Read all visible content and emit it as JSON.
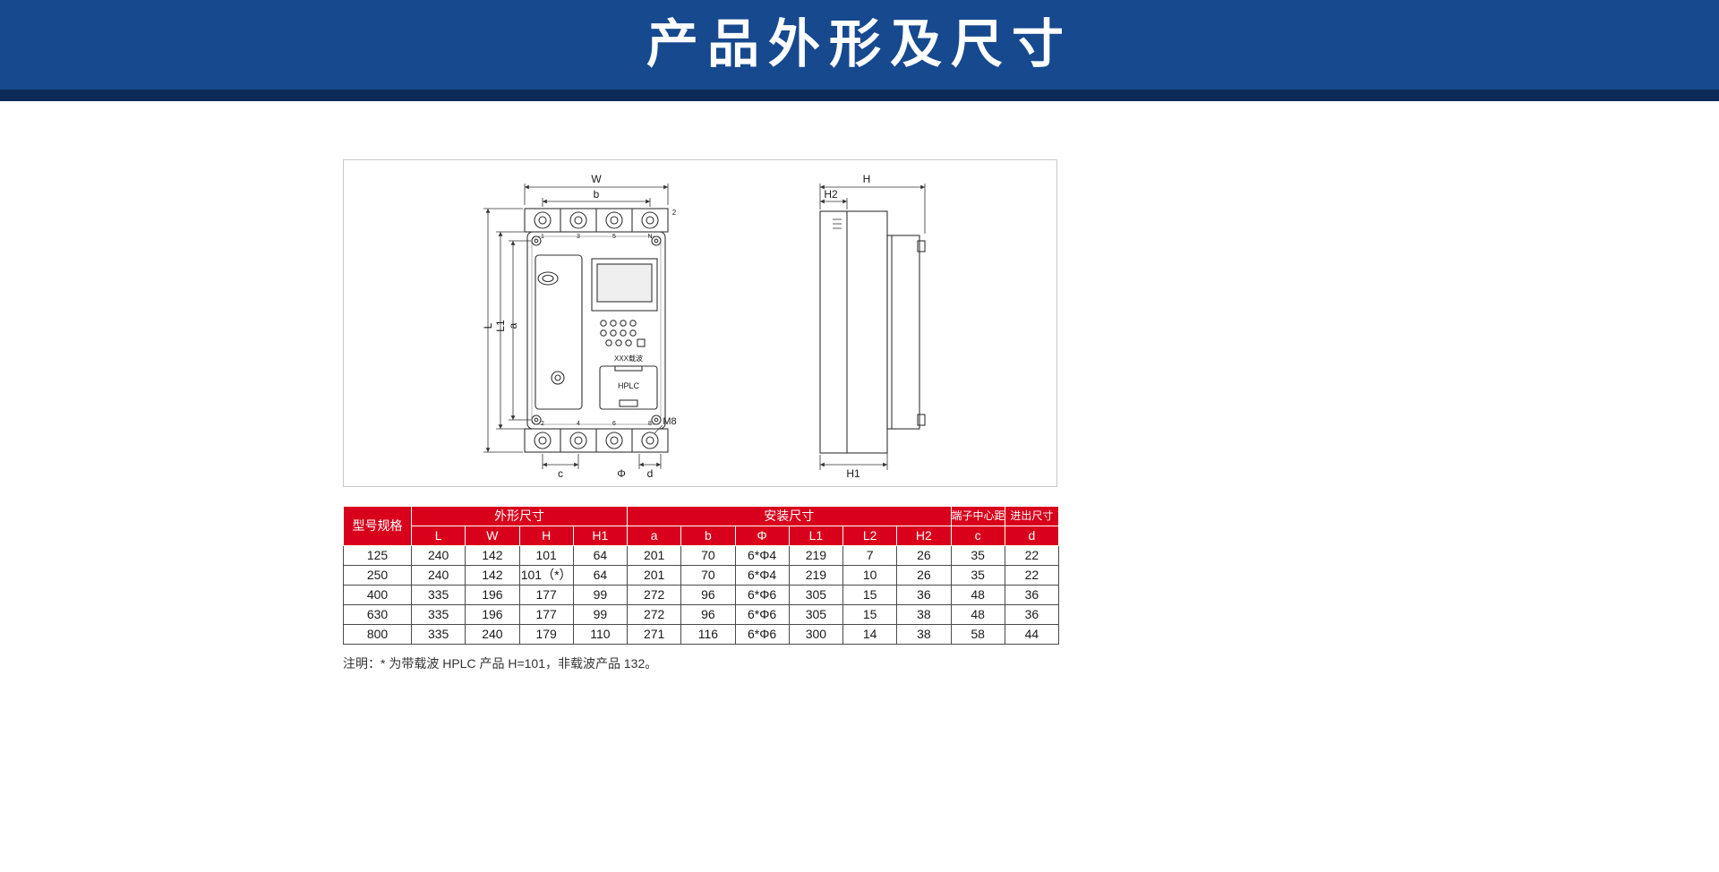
{
  "banner": {
    "title": "产品外形及尺寸"
  },
  "diagram": {
    "front": {
      "w": "W",
      "b": "b",
      "two": "2",
      "l": "L",
      "l1": "L1",
      "a": "a",
      "c": "c",
      "phi": "Φ",
      "d": "d",
      "m8": "M8",
      "carrier": "XXX载波",
      "hplc": "HPLC",
      "terminals_top": [
        "1",
        "3",
        "5",
        "N"
      ],
      "terminals_bottom": [
        "2",
        "4",
        "6",
        "8"
      ]
    },
    "side": {
      "h": "H",
      "h2": "H2",
      "h1": "H1"
    }
  },
  "table": {
    "header": {
      "model": "型号规格",
      "outline": "外形尺寸",
      "install": "安装尺寸",
      "terminal_pitch": "端子中心距",
      "inout": "进出尺寸",
      "cols": [
        "L",
        "W",
        "H",
        "H1",
        "a",
        "b",
        "Φ",
        "L1",
        "L2",
        "H2",
        "c",
        "d"
      ]
    },
    "rows": [
      {
        "model": "125",
        "values": [
          "240",
          "142",
          "101",
          "64",
          "201",
          "70",
          "6*Φ4",
          "219",
          "7",
          "26",
          "35",
          "22"
        ]
      },
      {
        "model": "250",
        "values": [
          "240",
          "142",
          "101（*）",
          "64",
          "201",
          "70",
          "6*Φ4",
          "219",
          "10",
          "26",
          "35",
          "22"
        ]
      },
      {
        "model": "400",
        "values": [
          "335",
          "196",
          "177",
          "99",
          "272",
          "96",
          "6*Φ6",
          "305",
          "15",
          "36",
          "48",
          "36"
        ]
      },
      {
        "model": "630",
        "values": [
          "335",
          "196",
          "177",
          "99",
          "272",
          "96",
          "6*Φ6",
          "305",
          "15",
          "38",
          "48",
          "36"
        ]
      },
      {
        "model": "800",
        "values": [
          "335",
          "240",
          "179",
          "110",
          "271",
          "116",
          "6*Φ6",
          "300",
          "14",
          "38",
          "58",
          "44"
        ]
      }
    ],
    "note": "注明：* 为带载波 HPLC 产品 H=101，非载波产品 132。"
  },
  "colors": {
    "banner_blue": "#17498f",
    "banner_dark": "#0b2a55",
    "header_red": "#d9001b"
  }
}
